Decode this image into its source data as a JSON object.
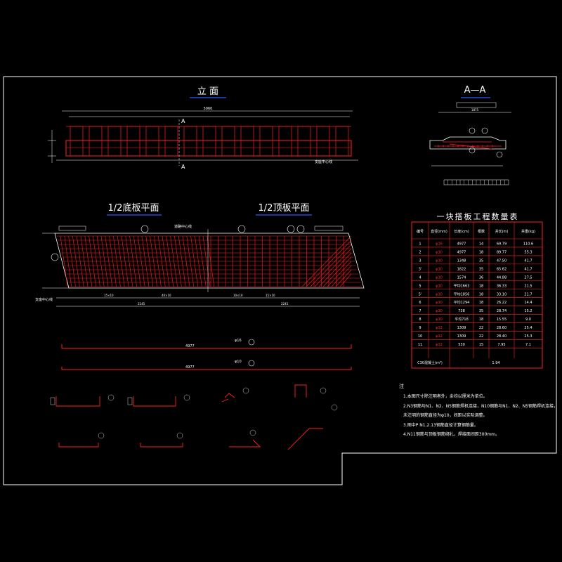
{
  "titles": {
    "elevation": "立 面",
    "section": "A—A",
    "bottom_half": "1/2底板平面",
    "top_half": "1/2顶板平面"
  },
  "table": {
    "title": "一块搭板工程数量表",
    "headers": [
      "编号",
      "直径(mm)",
      "长度(cm)",
      "根数",
      "共长(m)",
      "共重(kg)"
    ],
    "rows": [
      [
        "1",
        "φ16",
        "4977",
        "14",
        "69.79",
        "110.6"
      ],
      [
        "2",
        "φ10",
        "4977",
        "18",
        "89.77",
        "55.3"
      ],
      [
        "3",
        "φ10",
        "1348",
        "35",
        "47.50",
        "41.7"
      ],
      [
        "3'",
        "φ10",
        "1822",
        "35",
        "65.62",
        "41.7"
      ],
      [
        "4",
        "φ10",
        "1574",
        "36",
        "44.88",
        "27.5"
      ],
      [
        "5",
        "φ10",
        "平均1663",
        "18",
        "36.33",
        "21.5"
      ],
      [
        "5'",
        "φ10",
        "平均1856",
        "18",
        "33.10",
        "21.7"
      ],
      [
        "6",
        "φ10",
        "平均1294",
        "18",
        "26.22",
        "14.4"
      ],
      [
        "7",
        "φ10",
        "738",
        "35",
        "28.74",
        "15.2"
      ],
      [
        "8",
        "φ10",
        "平均718",
        "18",
        "15.55",
        "9.0"
      ],
      [
        "9",
        "φ12",
        "1309",
        "22",
        "28.60",
        "25.4"
      ],
      [
        "10",
        "φ12",
        "1309",
        "22",
        "28.40",
        "25.3"
      ],
      [
        "11",
        "φ12",
        "530",
        "15",
        "7.95",
        "7.1"
      ]
    ],
    "concrete_label": "C30混凝土(m³)",
    "concrete_value": "1.94"
  },
  "notes": {
    "heading": "注",
    "items": [
      "1.本图尺寸除注明者外，余均以厘米为单位。",
      "2.N3钢筋与N1、N2、N5钢筋焊机连接，N10钢筋与N1、N2、N5钢筋焊机连接，",
      "  未注明的钢筋直径为φ10，间距以实际调整。",
      "3.图中P N1,2.13钢筋直径计算钢筋量。",
      "4.N11钢筋与顶板钢筋绑扎，焊接面间距300mm。"
    ]
  },
  "labels": {
    "elevation_total": "5960",
    "mark_a": "A",
    "support_center": "支座中心线",
    "bridge_axis": "道路中心线",
    "bar_len": "4977",
    "bar_note_1": "φ16",
    "bar_note_2": "φ10",
    "dim_bottom_1": "15×10",
    "dim_bottom_2": "40×10",
    "dim_bottom_3": "2245",
    "dim_bottom_4": "2245",
    "dim_top_1": "15×10",
    "dim_top_2": "10×10"
  }
}
